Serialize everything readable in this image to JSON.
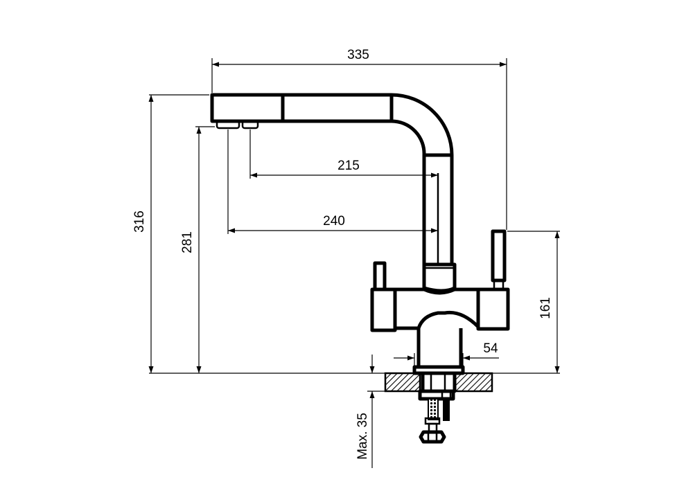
{
  "dimensions": {
    "total_width": "335",
    "total_height": "316",
    "spout_height": "281",
    "reach_inner": "215",
    "reach_outer": "240",
    "handle_height": "161",
    "base_diameter": "54",
    "max_counter_thickness": "Max. 35"
  },
  "colors": {
    "line": "#000000",
    "background": "#ffffff"
  }
}
